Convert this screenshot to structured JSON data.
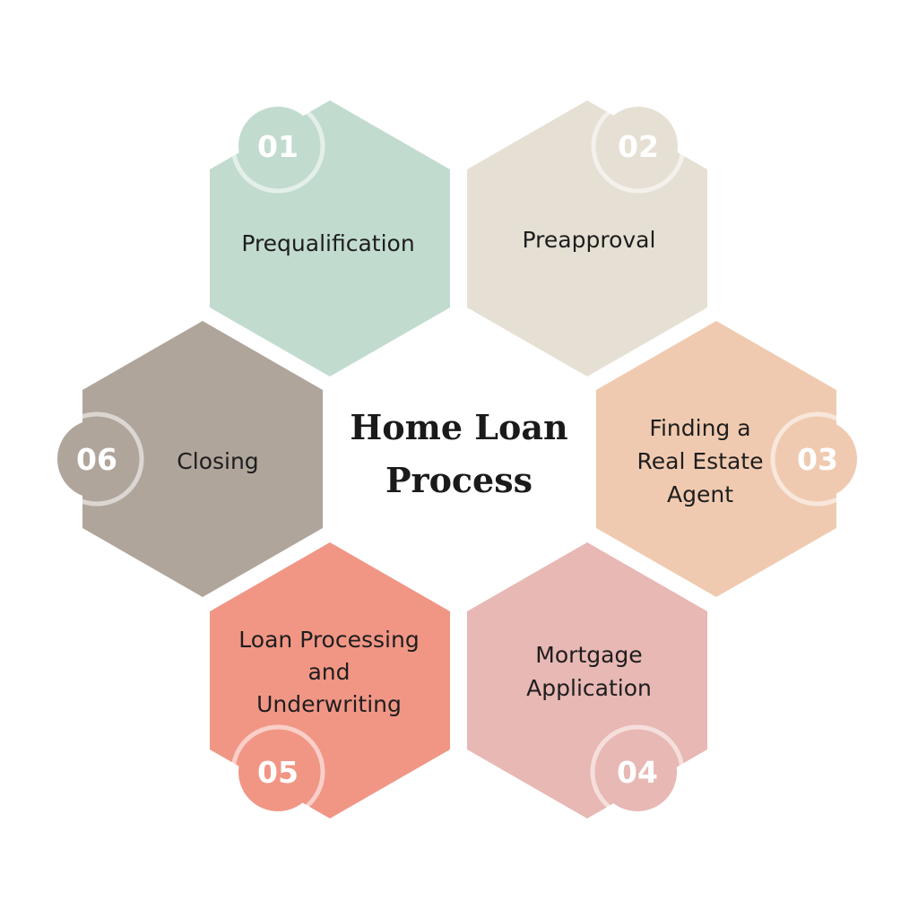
{
  "title": {
    "line1": "Home Loan",
    "line2": "Process"
  },
  "steps": [
    {
      "number": "01",
      "lines": [
        "Prequalification"
      ],
      "color": "#c2dbcf"
    },
    {
      "number": "02",
      "lines": [
        "Preapproval"
      ],
      "color": "#e6e0d4"
    },
    {
      "number": "03",
      "lines": [
        "Finding a",
        "Real Estate",
        "Agent"
      ],
      "color": "#f0cab0"
    },
    {
      "number": "04",
      "lines": [
        "Mortgage",
        "Application"
      ],
      "color": "#e8b8b4"
    },
    {
      "number": "05",
      "lines": [
        "Loan Processing",
        "and",
        "Underwriting"
      ],
      "color": "#f19685"
    },
    {
      "number": "06",
      "lines": [
        "Closing"
      ],
      "color": "#b0a59b"
    }
  ]
}
